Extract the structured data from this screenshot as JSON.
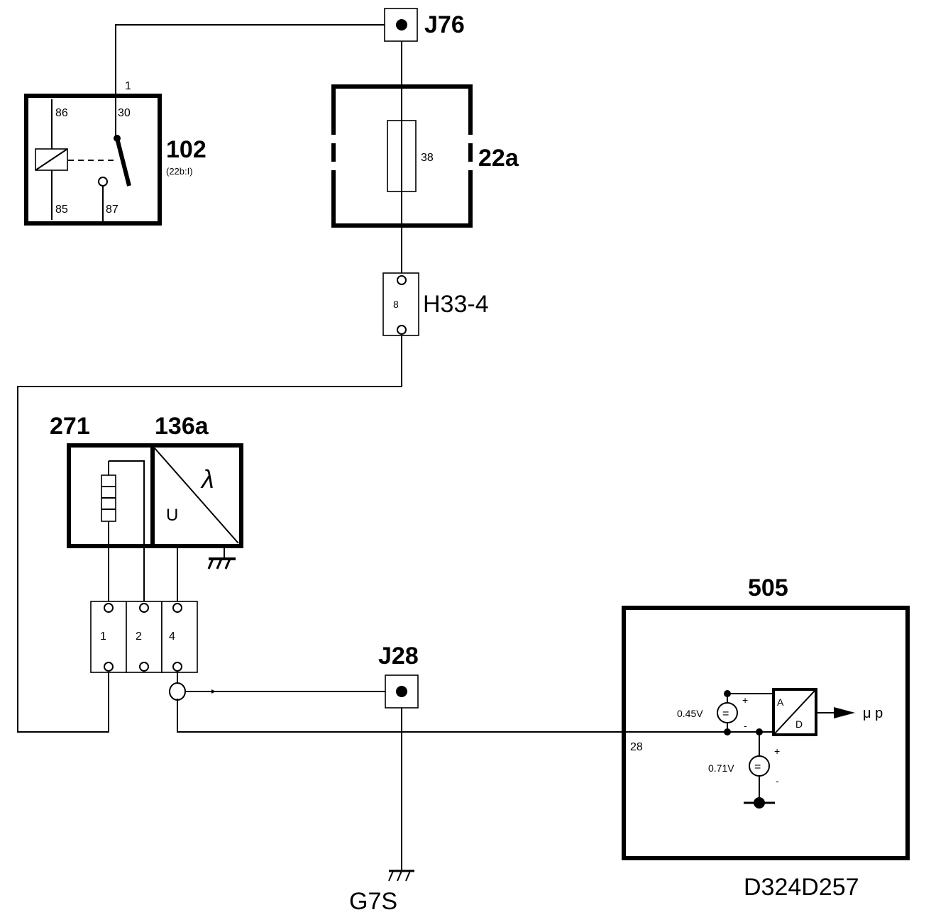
{
  "components": {
    "relay": {
      "id": "102",
      "note": "(22b:I)",
      "pins": {
        "p1": "1",
        "p86": "86",
        "p30": "30",
        "p85": "85",
        "p87": "87"
      }
    },
    "fuse_box": {
      "id": "22a",
      "fuse_number": "38"
    },
    "splice_top": {
      "id": "J76"
    },
    "connector_h33": {
      "id": "H33-4",
      "pin": "8"
    },
    "heater": {
      "id": "271"
    },
    "lambda_sensor": {
      "id": "136a",
      "symbol": "λ",
      "u_label": "U"
    },
    "sensor_connector": {
      "pins": [
        "1",
        "2",
        "4"
      ]
    },
    "splice_bottom": {
      "id": "J28"
    },
    "ground": {
      "id": "G7S"
    },
    "ecu": {
      "id": "505",
      "pin": "28",
      "v1": "0.45V",
      "v2": "0.71V",
      "ad_a": "A",
      "ad_d": "D",
      "output": "μ p",
      "plus": "+",
      "minus": "-",
      "eq": "="
    }
  },
  "diagram_ref": "D324D257"
}
